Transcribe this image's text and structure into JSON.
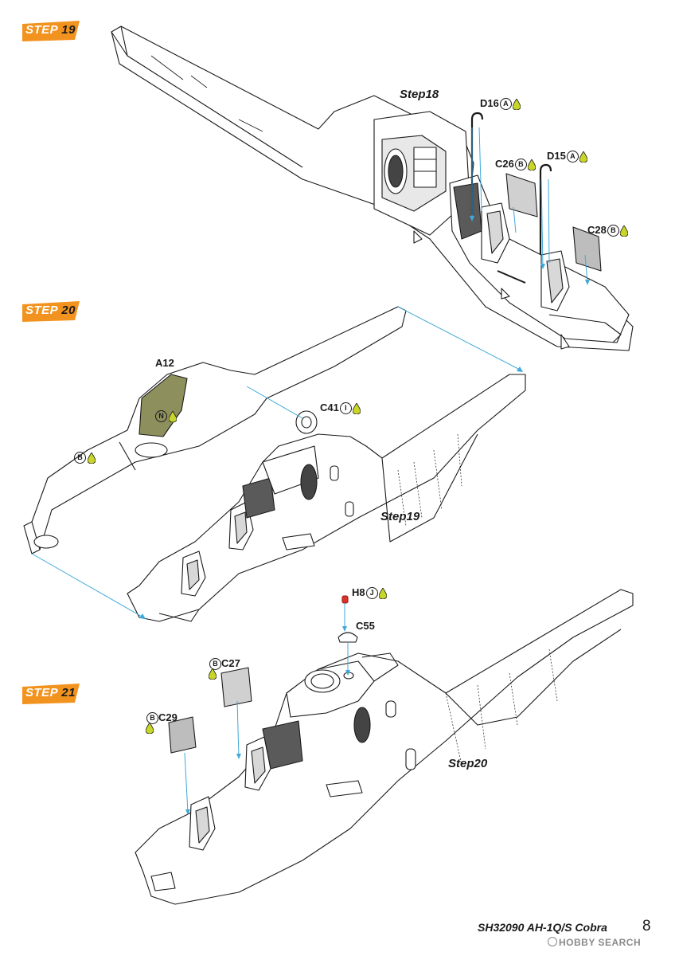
{
  "steps": [
    {
      "word": "STEP",
      "num": "19"
    },
    {
      "word": "STEP",
      "num": "20"
    },
    {
      "word": "STEP",
      "num": "21"
    }
  ],
  "ref_labels": {
    "step18": "Step18",
    "step19": "Step19",
    "step20": "Step20"
  },
  "parts": {
    "d16": {
      "part": "D16",
      "sprue": "A"
    },
    "c26": {
      "part": "C26",
      "sprue": "B"
    },
    "d15": {
      "part": "D15",
      "sprue": "A"
    },
    "c28": {
      "part": "C28",
      "sprue": "B"
    },
    "a12": {
      "part": "A12",
      "paint": "N"
    },
    "c41": {
      "part": "C41",
      "sprue": "I"
    },
    "b_paint": {
      "sprue": "B"
    },
    "h8": {
      "part": "H8",
      "sprue": "J"
    },
    "c55": {
      "part": "C55"
    },
    "c27": {
      "part": "C27",
      "sprue": "B"
    },
    "c29": {
      "part": "C29",
      "sprue": "B"
    }
  },
  "footer": {
    "title": "SH32090 AH-1Q/S Cobra",
    "page": "8"
  },
  "watermark": "HOBBY SEARCH",
  "colors": {
    "step_orange": "#f2931f",
    "leader_cyan": "#3fa9d9",
    "paint_yellow": "#c8d62a",
    "canopy_olive": "#8d8f5c",
    "line": "#1a1a1a"
  }
}
